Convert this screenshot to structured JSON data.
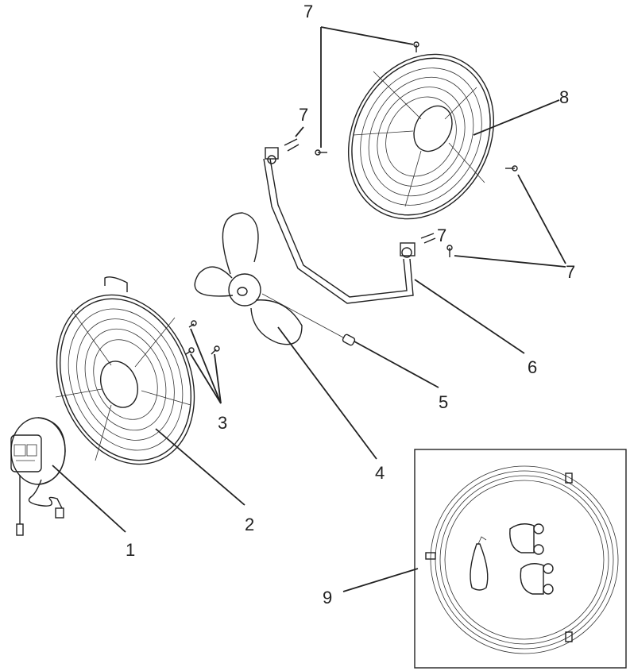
{
  "labels": {
    "l1": "1",
    "l2": "2",
    "l3": "3",
    "l4": "4",
    "l5": "5",
    "l6": "6",
    "l7a": "7",
    "l7b": "7",
    "l7c": "7",
    "l7d": "7",
    "l8": "8",
    "l9": "9"
  },
  "colors": {
    "line": "#222222",
    "background": "#ffffff"
  }
}
